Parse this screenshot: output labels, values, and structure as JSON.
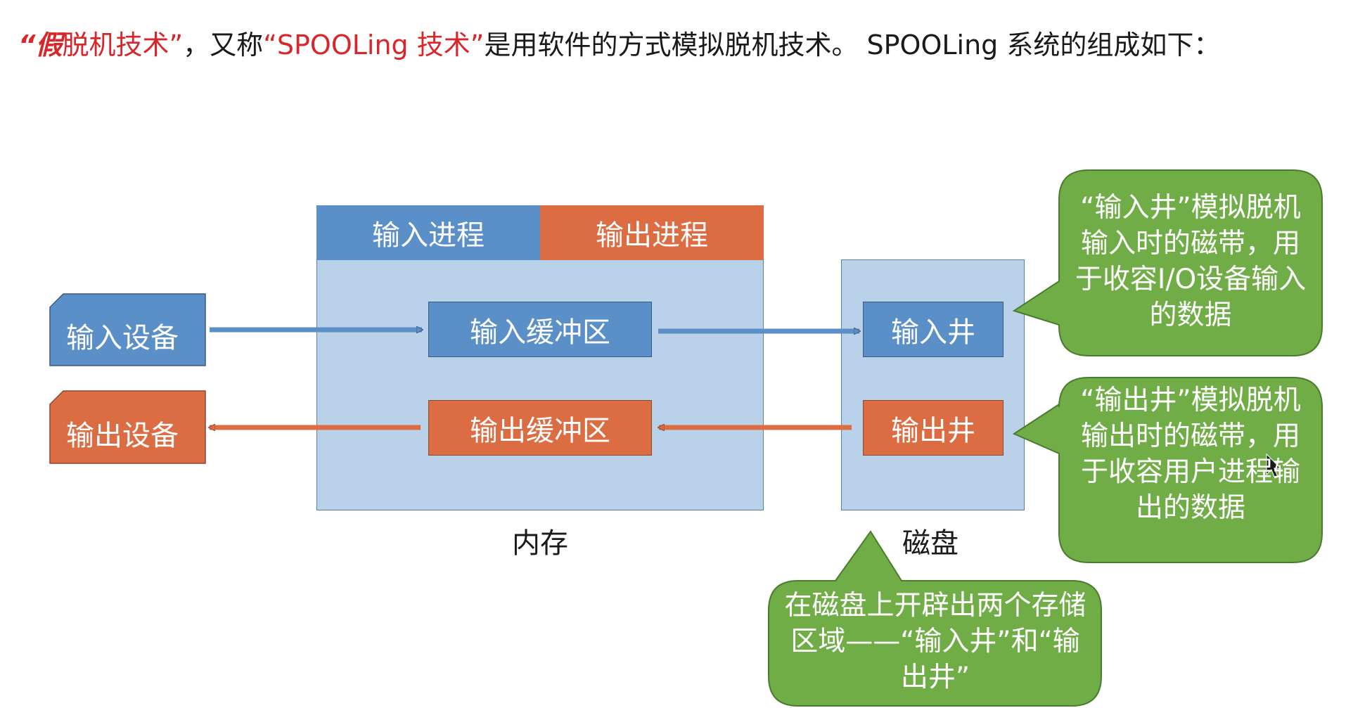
{
  "headline": {
    "part1": "“假",
    "part2": "脱机技术”",
    "part3": "，又称",
    "part4": "“SPOOLing 技术”",
    "part5": "是用软件的方式模拟脱机技术。 SPOOLing 系统的组成如下："
  },
  "memory": {
    "caption": "内存",
    "input_process": "输入进程",
    "output_process": "输出进程",
    "input_buffer": "输入缓冲区",
    "output_buffer": "输出缓冲区"
  },
  "devices": {
    "input": "输入设备",
    "output": "输出设备"
  },
  "disk": {
    "caption": "磁盘",
    "input_well": "输入井",
    "output_well": "输出井"
  },
  "callouts": {
    "input_well": "“输入井”模拟脱机输入时的磁带，用于收容I/O设备输入的数据",
    "output_well": "“输出井”模拟脱机输出时的磁带，用于收容用户进程输出的数据",
    "disk": "在磁盘上开辟出两个存储区域——“输入井”和“输出井”"
  },
  "colors": {
    "blue": "#5b8fc7",
    "orange": "#dc6c42",
    "light_blue": "#b9d2e9",
    "green": "#70ad47",
    "accent_red": "#d8262b"
  }
}
